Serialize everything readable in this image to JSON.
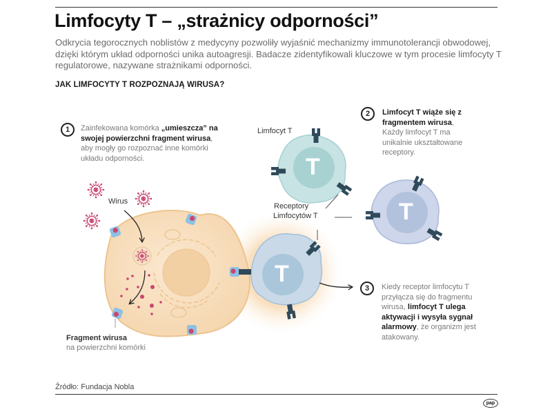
{
  "header": {
    "title": "Limfocyty T – „strażnicy odporności”",
    "lead": "Odkrycia tegorocznych noblistów z medycyny pozwoliły wyjaśnić mechanizmy immunotolerancji obwodowej, dzięki którym układ odporności unika autoagresji. Badacze zidentyfikowali kluczowe w tym procesie limfocyty T regulatorowe, nazywane strażnikami odporności.",
    "subhead": "JAK LIMFOCYTY T ROZPOZNAJĄ WIRUSA?"
  },
  "steps": [
    {
      "number": "1",
      "text_a": "Zainfekowana komórka ",
      "bold_a": "„umieszcza” na swojej powierzchni fragment wirusa",
      "text_b": ", aby mogły go rozpoznać inne komórki układu odporności."
    },
    {
      "number": "2",
      "bold_a": "Limfocyt T wiąże się z fragmentem wirusa",
      "text_b": ", Każdy limfocyt T ma unikalnie ukształtowane receptory."
    },
    {
      "number": "3",
      "text_a": "Kiedy receptor limfocytu T przyłącza się do fragmentu wirusa, ",
      "bold_a": "limfocyt T ulega aktywacji i wysyła sygnał alarmowy",
      "text_b": ", że organizm jest atakowany."
    }
  ],
  "labels": {
    "virus": "Wirus",
    "lymphocyte": "Limfocyt T",
    "receptors_line1": "Receptory",
    "receptors_line2": "Limfocytów T",
    "fragment_bold": "Fragment wirusa",
    "fragment_sub": "na powierzchni komórki",
    "t_letter": "T"
  },
  "footer": {
    "source": "Źródło: Fundacja Nobla",
    "logo": "pap"
  },
  "colors": {
    "cell_fill": "#f7dcb8",
    "cell_stroke": "#ecc48f",
    "virus": "#c9466e",
    "receptor_dark": "#2f4a5a",
    "mhc_blue": "#8ec0e4",
    "tcell_teal": "#c7e3e3",
    "tcell_blue": "#c9d9e8",
    "tcell_lavender": "#cdd6ea",
    "glow": "#f6c98f"
  }
}
